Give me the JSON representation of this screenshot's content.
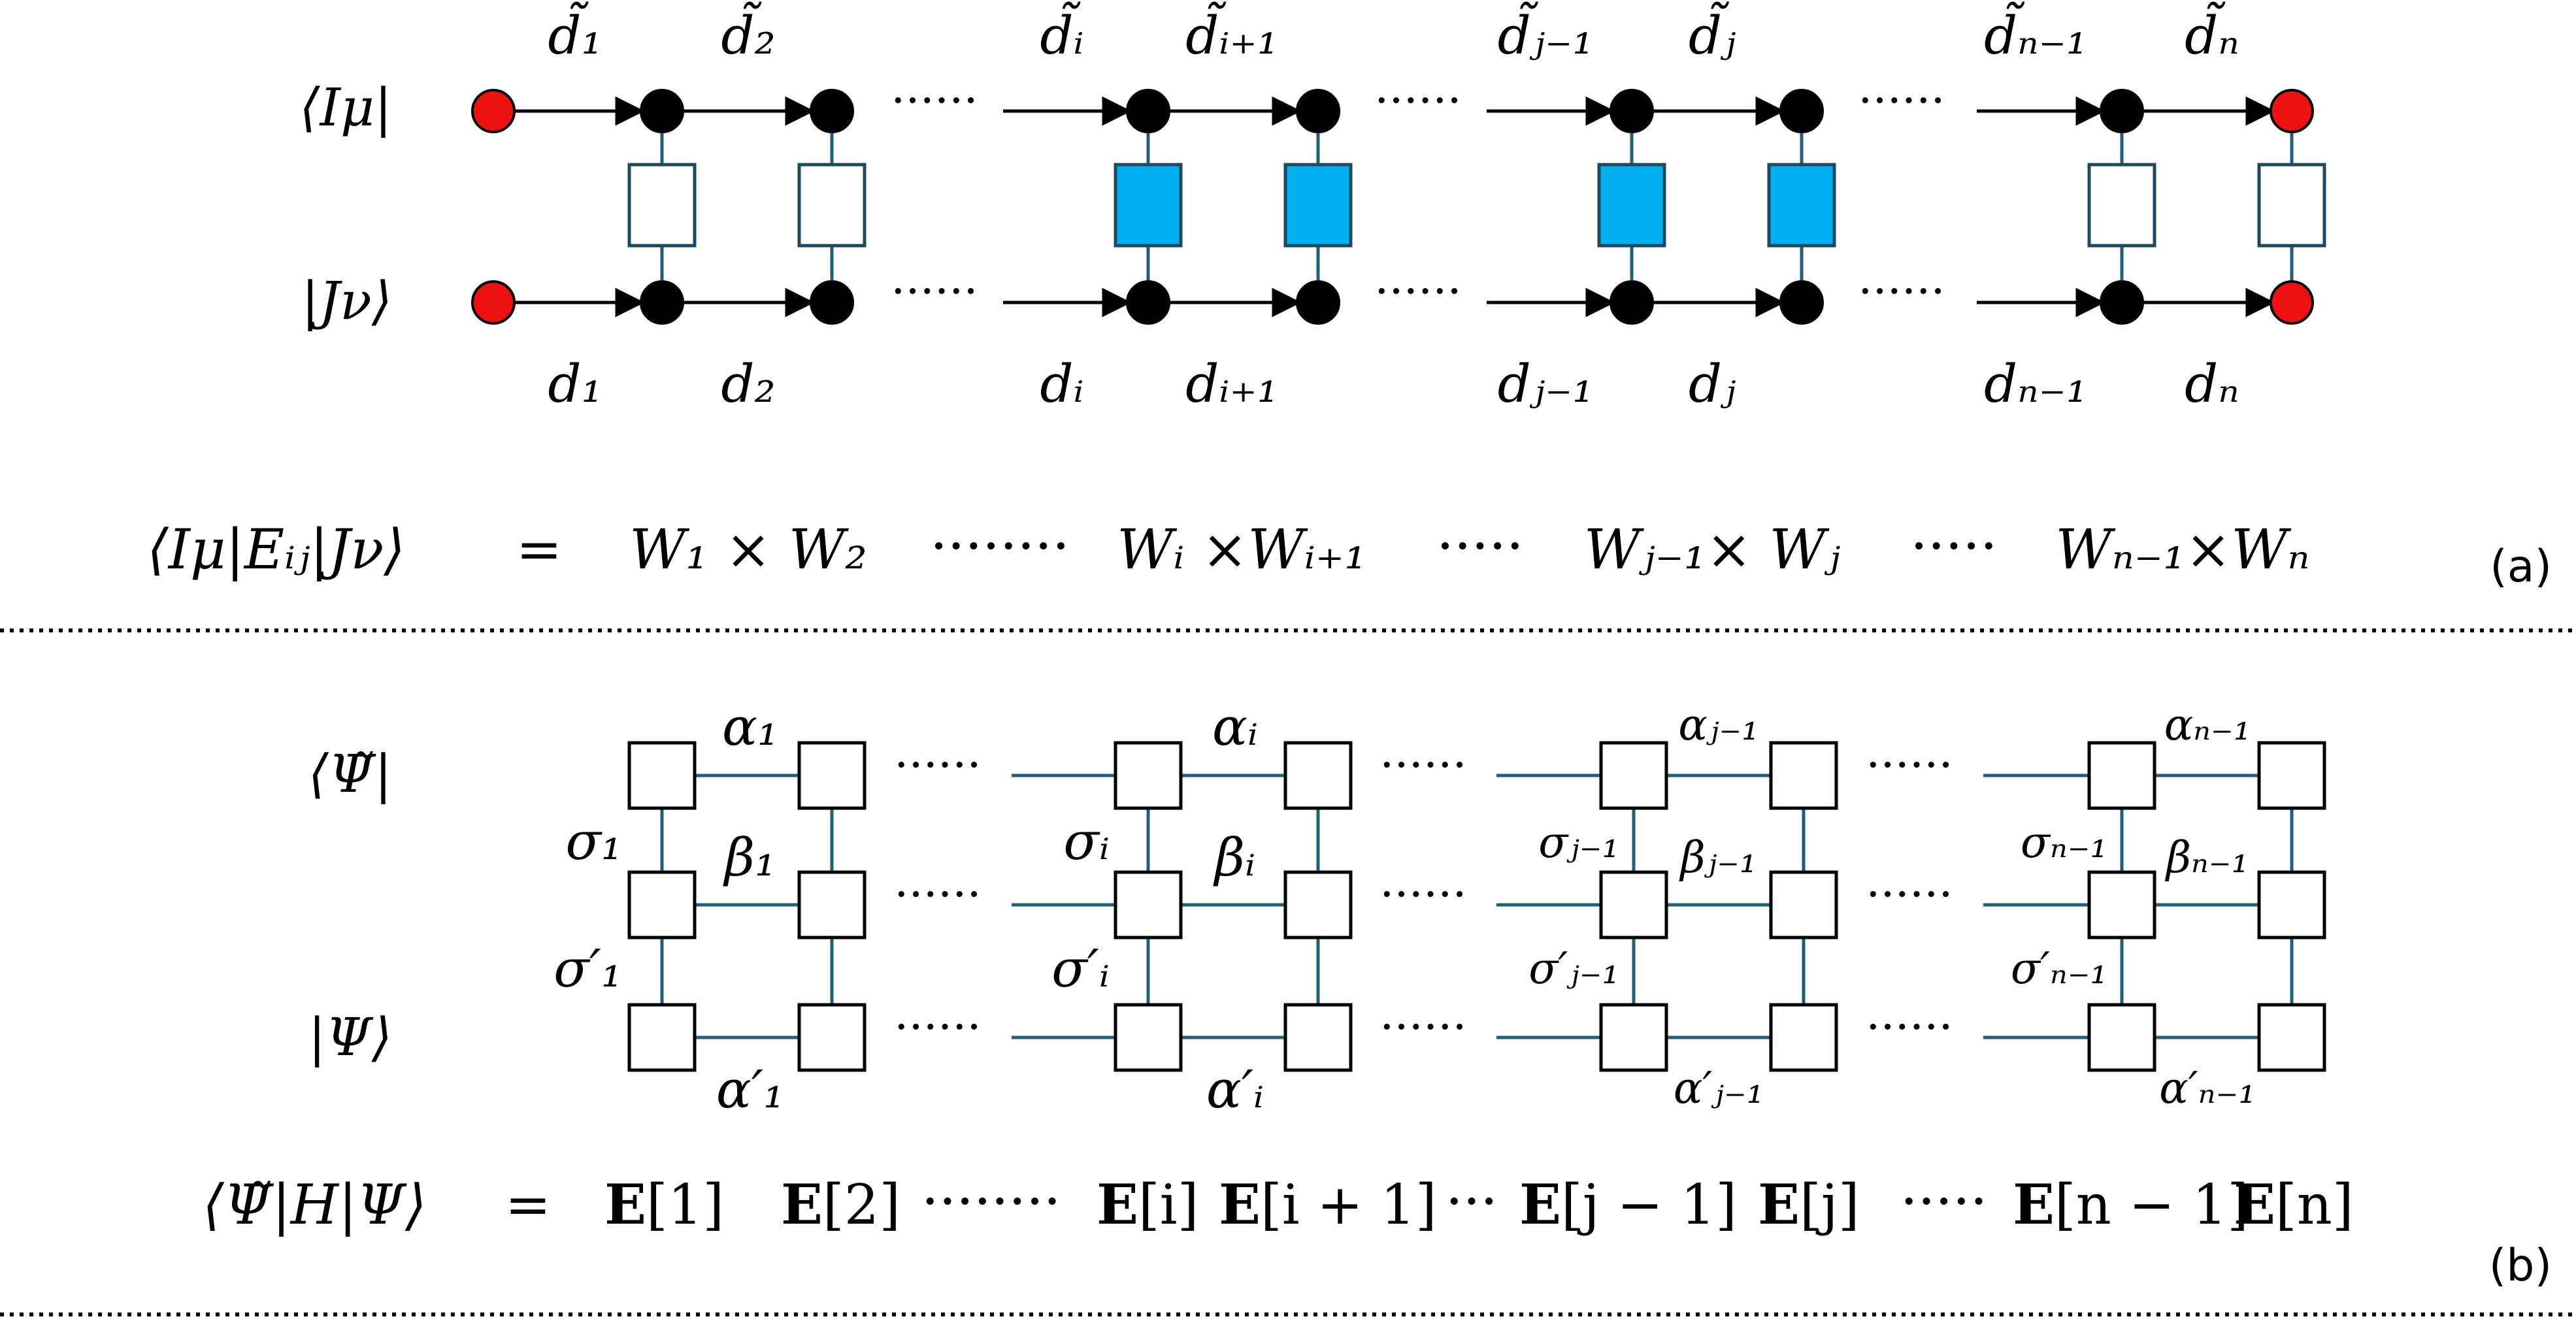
{
  "panel_a": {
    "bra_label": "⟨Iμ|",
    "ket_label": "|Jν⟩",
    "top_labels": [
      "d̃₁",
      "d̃₂",
      "d̃ᵢ",
      "d̃ᵢ₊₁",
      "d̃ⱼ₋₁",
      "d̃ⱼ",
      "d̃ₙ₋₁",
      "d̃ₙ"
    ],
    "bottom_labels": [
      "d₁",
      "d₂",
      "dᵢ",
      "dᵢ₊₁",
      "dⱼ₋₁",
      "dⱼ",
      "dₙ₋₁",
      "dₙ"
    ],
    "gap_dots": "······",
    "equation": {
      "lhs": "⟨Iμ|Eᵢⱼ|Jν⟩",
      "equals": "=",
      "terms": [
        "W₁ ×  W₂",
        "········",
        "Wᵢ  ×Wᵢ₊₁",
        "·····",
        "Wⱼ₋₁×  Wⱼ",
        "·····",
        "Wₙ₋₁×Wₙ"
      ]
    },
    "tag": "(a)",
    "colors": {
      "end_node": "#ee1111",
      "node": "#000000",
      "highlight_box": "#00b0f0",
      "box": "#ffffff",
      "link": "#1f5f7a"
    }
  },
  "panel_b": {
    "bra_label": "⟨Ψ̃|",
    "ket_label": "|Ψ⟩",
    "alpha_labels": [
      "α₁",
      "αᵢ",
      "αⱼ₋₁",
      "αₙ₋₁"
    ],
    "beta_labels": [
      "β₁",
      "βᵢ",
      "βⱼ₋₁",
      "βₙ₋₁"
    ],
    "alpha_prime_labels": [
      "α′₁",
      "α′ᵢ",
      "α′ⱼ₋₁",
      "α′ₙ₋₁"
    ],
    "sigma_labels": [
      "σ₁",
      "σᵢ",
      "σⱼ₋₁",
      "σₙ₋₁"
    ],
    "sigma_prime_labels": [
      "σ′₁",
      "σ′ᵢ",
      "σ′ⱼ₋₁",
      "σ′ₙ₋₁"
    ],
    "gap_dots": "······",
    "equation": {
      "lhs": "⟨Ψ̃|H|Ψ⟩",
      "equals": "=",
      "terms": [
        "E[1]",
        "E[2]",
        "········",
        "E[i]",
        "E[i + 1]",
        "···",
        "E[j − 1]",
        "E[j]",
        "·····",
        "E[n − 1]",
        "E[n]"
      ]
    },
    "tag": "(b)"
  }
}
